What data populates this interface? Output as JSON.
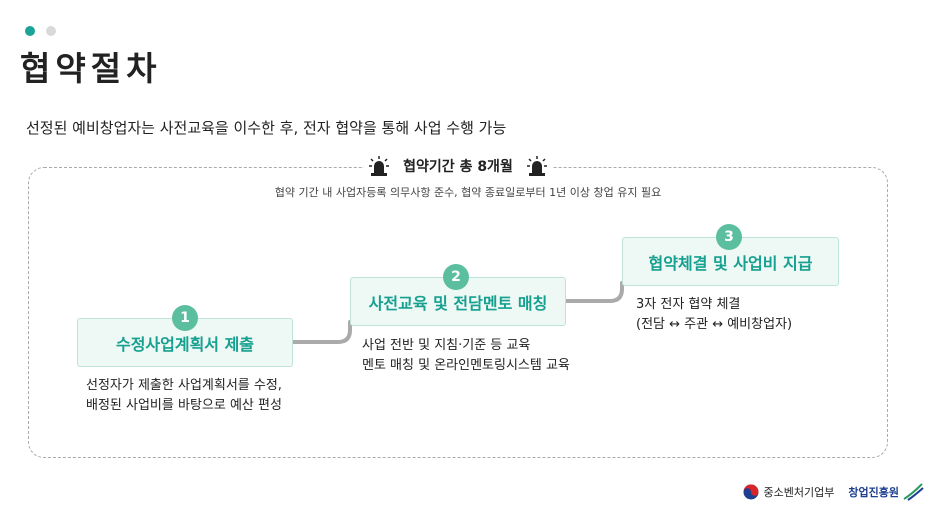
{
  "page": {
    "title": "협약절차",
    "subtitle": "선정된 예비창업자는 사전교육을 이수한 후, 전자 협약을 통해 사업 수행 가능",
    "period": "협약기간 총 8개월",
    "note": "협약 기간 내 사업자등록 의무사항 준수, 협약 종료일로부터 1년 이상 창업 유지 필요"
  },
  "steps": [
    {
      "number": "1",
      "title": "수정사업계획서 제출",
      "desc": [
        "선정자가 제출한 사업계획서를 수정,",
        "배정된 사업비를 바탕으로 예산 편성"
      ]
    },
    {
      "number": "2",
      "title": "사전교육 및 전담멘토 매칭",
      "desc": [
        "사업 전반 및 지침·기준 등 교육",
        "멘토 매칭 및 온라인멘토링시스템 교육"
      ]
    },
    {
      "number": "3",
      "title": "협약체결 및 사업비 지급",
      "desc": [
        "3자 전자 협약 체결",
        "(전담 ↔ 주관 ↔ 예비창업자)"
      ]
    }
  ],
  "footer": {
    "ministry": "중소벤처기업부",
    "agency": "창업진흥원"
  },
  "colors": {
    "accent": "#16a08f",
    "step_bg": "#eef8f5",
    "circle": "#5bbf9f",
    "connector": "#aaaaaa"
  }
}
